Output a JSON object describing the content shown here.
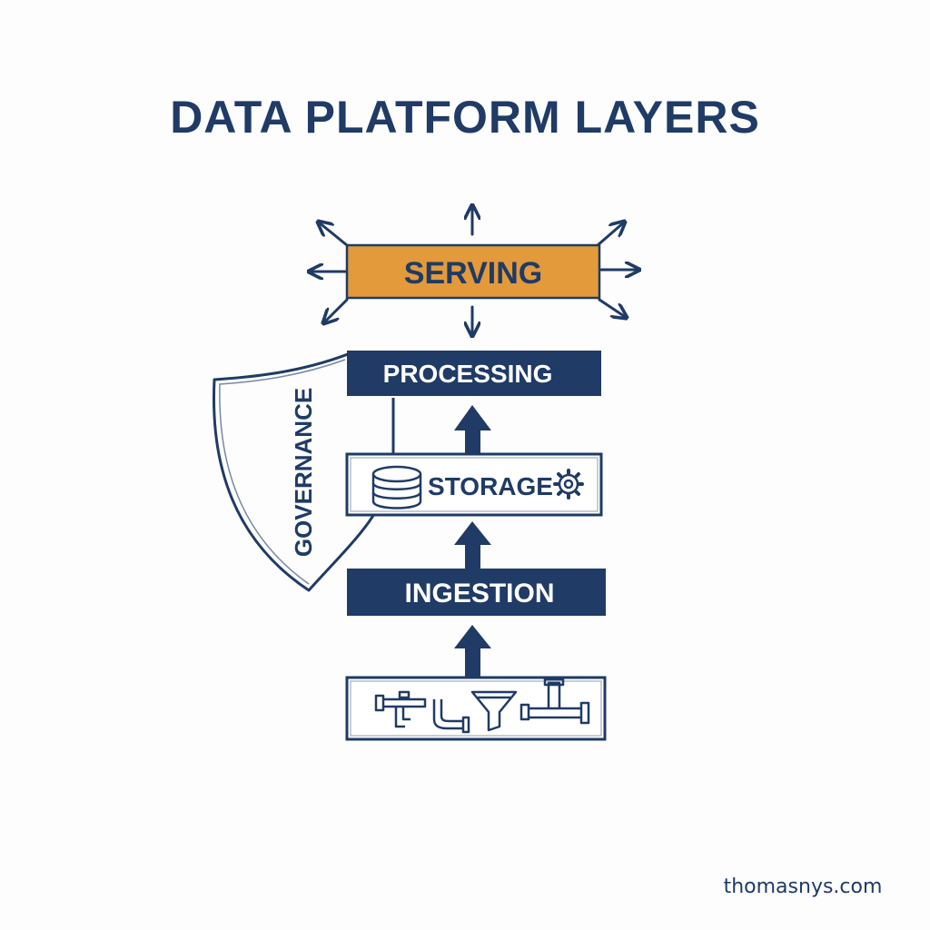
{
  "title": "DATA PLATFORM LAYERS",
  "layers": {
    "serving": "SERVING",
    "processing": "PROCESSING",
    "storage": "STORAGE",
    "ingestion": "INGESTION"
  },
  "governance": "GOVERNANCE",
  "watermark": "thomasnys.com",
  "icons": {
    "storage_left": "database-icon",
    "storage_right": "gear-icon",
    "sources": "pipes-and-funnel-icon"
  },
  "colors": {
    "navy": "#1f3b66",
    "orange": "#e39a3a",
    "white": "#ffffff",
    "background": "#fdfdfd"
  }
}
